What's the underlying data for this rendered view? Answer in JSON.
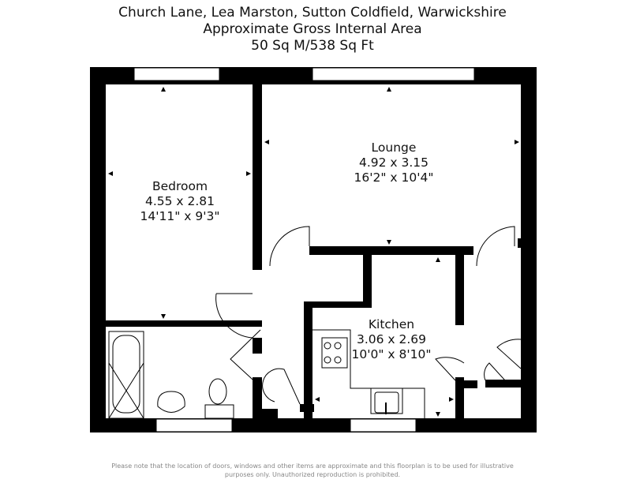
{
  "header": {
    "address": "Church Lane, Lea Marston, Sutton Coldfield, Warwickshire",
    "subtitle": "Approximate Gross Internal Area",
    "area": "50 Sq M/538 Sq Ft"
  },
  "rooms": [
    {
      "name": "Bedroom",
      "metric": "4.55 x 2.81",
      "imperial": "14'11\" x 9'3\""
    },
    {
      "name": "Lounge",
      "metric": "4.92 x 3.15",
      "imperial": "16'2\" x 10'4\""
    },
    {
      "name": "Kitchen",
      "metric": "3.06 x 2.69",
      "imperial": "10'0\" x 8'10\""
    }
  ],
  "footer": {
    "line1": "Please note that the location of doors, windows and other items are approximate and this floorplan is to be used for illustrative",
    "line2": "purposes only. Unauthorized reproduction is prohibited."
  },
  "colors": {
    "wall": "#000000",
    "text": "#111111",
    "note": "#888888"
  }
}
